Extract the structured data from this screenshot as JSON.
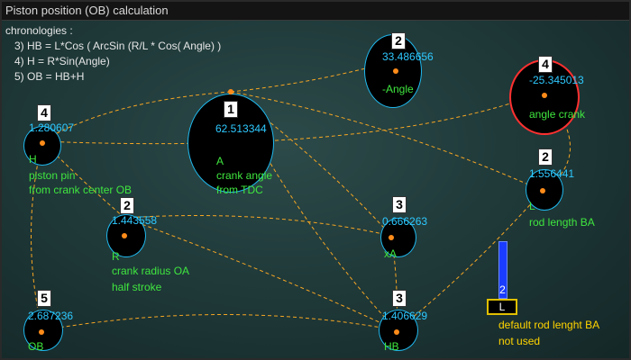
{
  "window": {
    "title": "Piston position (OB) calculation"
  },
  "formulas": {
    "heading": "chronologies :",
    "lines": [
      "3) HB = L*Cos ( ArcSin (R/L * Cos( Angle) )",
      "4) H = R*Sin(Angle)",
      "5) OB = HB+H"
    ]
  },
  "nodes": {
    "crank_angle": {
      "order": "1",
      "value": "62.513344",
      "labels": [
        "A",
        "crank angle",
        "from TDC"
      ]
    },
    "angle": {
      "order": "2",
      "value": "33.486656",
      "labels": [
        "-Angle"
      ]
    },
    "angle_crank": {
      "order": "4",
      "value": "-25.345013",
      "labels": [
        "angle crank"
      ]
    },
    "H": {
      "order": "4",
      "value": "1.280607",
      "labels": [
        "H",
        "piston pin",
        "from crank center OB"
      ]
    },
    "R": {
      "order": "2",
      "value": "1.443558",
      "labels": [
        "R",
        "crank radius OA",
        "half stroke"
      ]
    },
    "xA": {
      "order": "3",
      "value": "0.666263",
      "labels": [
        "xA"
      ]
    },
    "L": {
      "order": "2",
      "value": "1.556441",
      "labels": [
        "L",
        "rod length BA"
      ]
    },
    "OB": {
      "order": "5",
      "value": "2.687236",
      "labels": [
        "OB"
      ]
    },
    "HB": {
      "order": "3",
      "value": "1.406629",
      "labels": [
        "HB"
      ]
    }
  },
  "slider": {
    "value": "2",
    "box_label": "L",
    "caption": [
      "default rod lenght BA",
      "not used"
    ]
  },
  "colors": {
    "value": "#2ec9ff",
    "label": "#3fe63f",
    "link": "#f5a623",
    "accent": "#ff3030"
  }
}
